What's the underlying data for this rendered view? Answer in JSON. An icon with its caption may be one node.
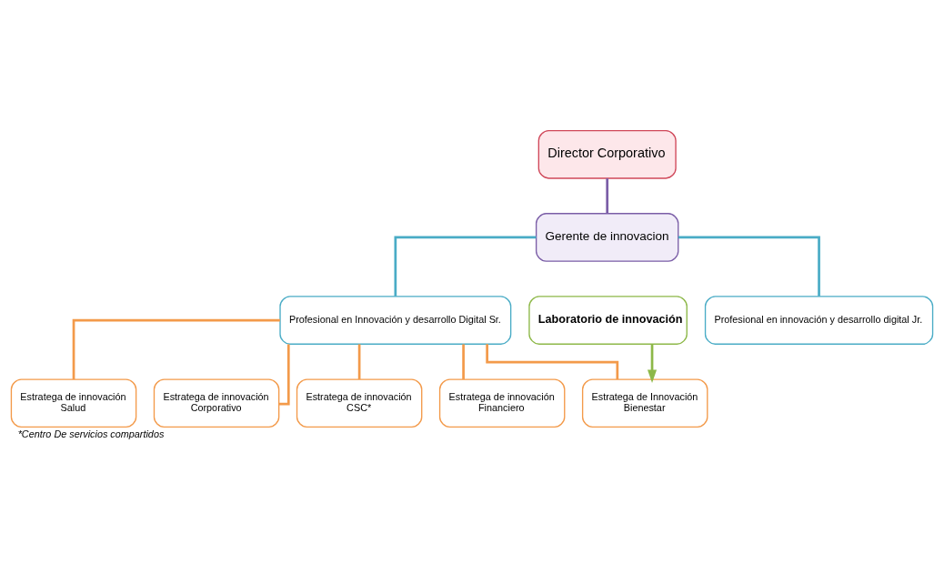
{
  "diagram": {
    "caption": "*Centro De servicios compartidos",
    "nodes": [
      {
        "text": [
          "Director Corporativo"
        ]
      },
      {
        "text": [
          "Gerente de innovacion"
        ]
      },
      {
        "text": [
          "Profesional en Innovación y desarrollo Digital Sr."
        ]
      },
      {
        "text": [
          "Profesional en innovación y desarrollo digital Jr."
        ]
      },
      {
        "text": [
          "Laboratorio de innovación"
        ]
      },
      {
        "text": [
          "Estratega de Innovación",
          "Bienestar"
        ]
      },
      {
        "text": [
          "Estratega de innovación",
          "Financiero"
        ]
      },
      {
        "text": [
          "Estratega de innovación",
          "Salud"
        ]
      },
      {
        "text": [
          "Estratega de innovación",
          "Corporativo"
        ]
      },
      {
        "text": [
          "Estratega de innovación",
          "CSC*"
        ]
      }
    ],
    "edges": [
      {
        "from": 0,
        "to": 1,
        "arrow": "none",
        "color": "#7b5ea7"
      },
      {
        "from": 1,
        "to": 2,
        "arrow": "none",
        "color": "#4aacc6"
      },
      {
        "from": 1,
        "to": 3,
        "arrow": "none",
        "color": "#4aacc6"
      },
      {
        "from": 2,
        "to": 5,
        "arrow": "none"
      },
      {
        "from": 2,
        "to": 6,
        "arrow": "none"
      },
      {
        "from": 2,
        "to": 7,
        "arrow": "none"
      },
      {
        "from": 2,
        "to": 8,
        "arrow": "none"
      },
      {
        "from": 2,
        "to": 9,
        "arrow": "none"
      },
      {
        "from": 4,
        "to": 5,
        "arrow": "to",
        "color": "#8db848"
      }
    ]
  }
}
